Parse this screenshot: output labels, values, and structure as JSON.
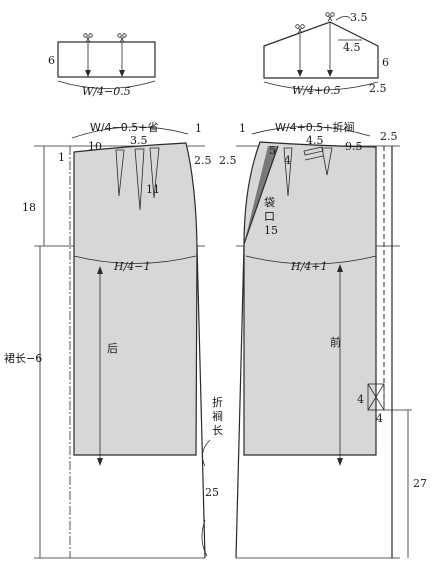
{
  "colors": {
    "panel_fill": "#d7d7d7",
    "line": "#2a2a2a",
    "background": "#ffffff"
  },
  "icons": [
    "scissors-icon"
  ],
  "small_back_waist": {
    "width_formula": "W/4−0.5",
    "height": "6"
  },
  "small_front_waist": {
    "width_formula": "W/4+0.5",
    "top_drop": "3.5",
    "inner_mark": "4.5",
    "height": "6",
    "end_offset": "2.5"
  },
  "back": {
    "waist_formula": "W/4−0.5+省",
    "waist_rise": "1",
    "side_left": "1",
    "dart_gap_10": "10",
    "dart_width": "3.5",
    "side_offset": "2.5",
    "dart_length": "11",
    "hip_depth": "18",
    "hip_formula": "H/4−1",
    "label": "后",
    "skirt_length": "裙长−6"
  },
  "front": {
    "waist_formula": "W/4+0.5+折裥",
    "waist_rise": "1",
    "side_offset": "2.5",
    "pocket_top": "5",
    "pocket_dart": "4",
    "pleat_width": "4.5",
    "pleat_gap": "9.5",
    "extension": "2.5",
    "pocket_label": "袋口",
    "pocket_length": "15",
    "hip_formula": "H/4+1",
    "label": "前",
    "pleat_top": "4",
    "pleat_bottom": "4",
    "pleat_height": "27"
  },
  "pleat_length_label": "折裥长",
  "pleat_length_value": "25"
}
